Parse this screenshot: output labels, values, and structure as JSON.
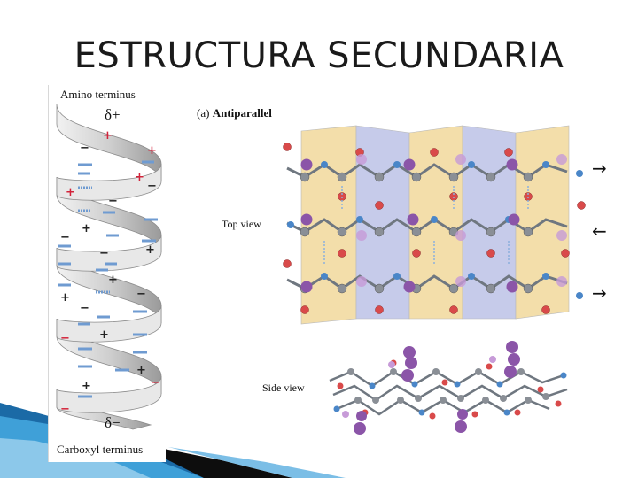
{
  "slide": {
    "title": "ESTRUCTURA SECUNDARIA"
  },
  "helix": {
    "amino_label": "Amino terminus",
    "carboxyl_label": "Carboxyl terminus",
    "delta_plus": "δ+",
    "delta_minus": "δ−",
    "positive_sign": "+",
    "negative_sign": "−"
  },
  "sheet": {
    "panel_prefix": "(a) ",
    "panel_label": "Antiparallel",
    "top_view_label": "Top view",
    "side_view_label": "Side view",
    "arrow_right": "→",
    "arrow_left": "←"
  },
  "colors": {
    "helix_ribbon": "#d9d9d9",
    "positive_charge": "#d2233a",
    "negative_charge": "#6f9bd1",
    "sheet_yellow": "#f3deaa",
    "sheet_blue": "#c6cbea",
    "carbon": "#8a8f96",
    "oxygen": "#d94a4a",
    "nitrogen": "#4a86c8",
    "side_chain": "#8b55a8",
    "accent_blue": "#1a6fb0"
  }
}
